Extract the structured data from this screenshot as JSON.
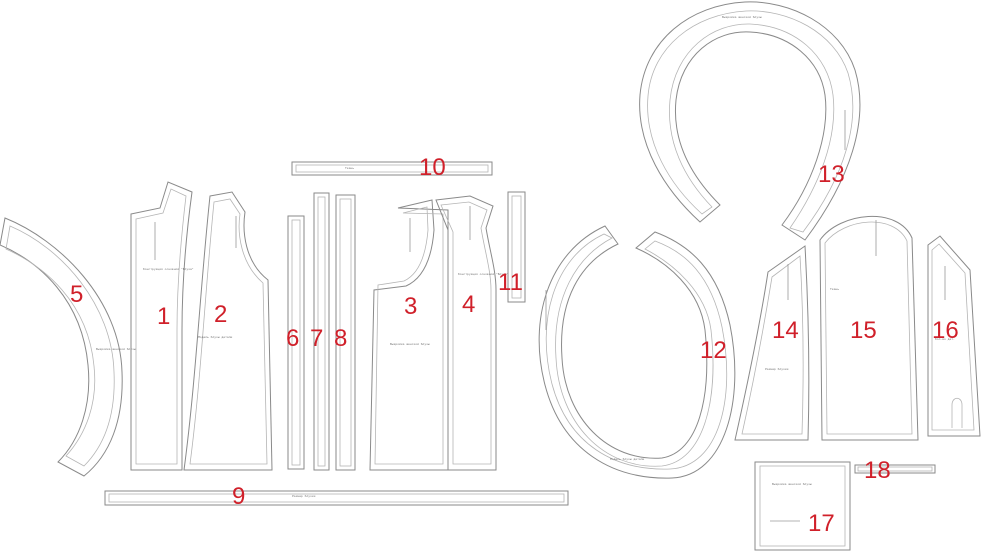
{
  "piece_numbers": [
    "1",
    "2",
    "3",
    "4",
    "5",
    "6",
    "7",
    "8",
    "9",
    "10",
    "11",
    "12",
    "13",
    "14",
    "15",
    "16",
    "17",
    "18"
  ],
  "label_text": [
    "Выкройка женской блузы",
    "Конструкция основной \"Блуза\"",
    "Модель блузы детали",
    "Размер блузки",
    "Ткань",
    "Кол-во дет."
  ],
  "colors": {
    "outline": "#8a8a8a",
    "number": "#d0202a",
    "background": "#ffffff"
  }
}
